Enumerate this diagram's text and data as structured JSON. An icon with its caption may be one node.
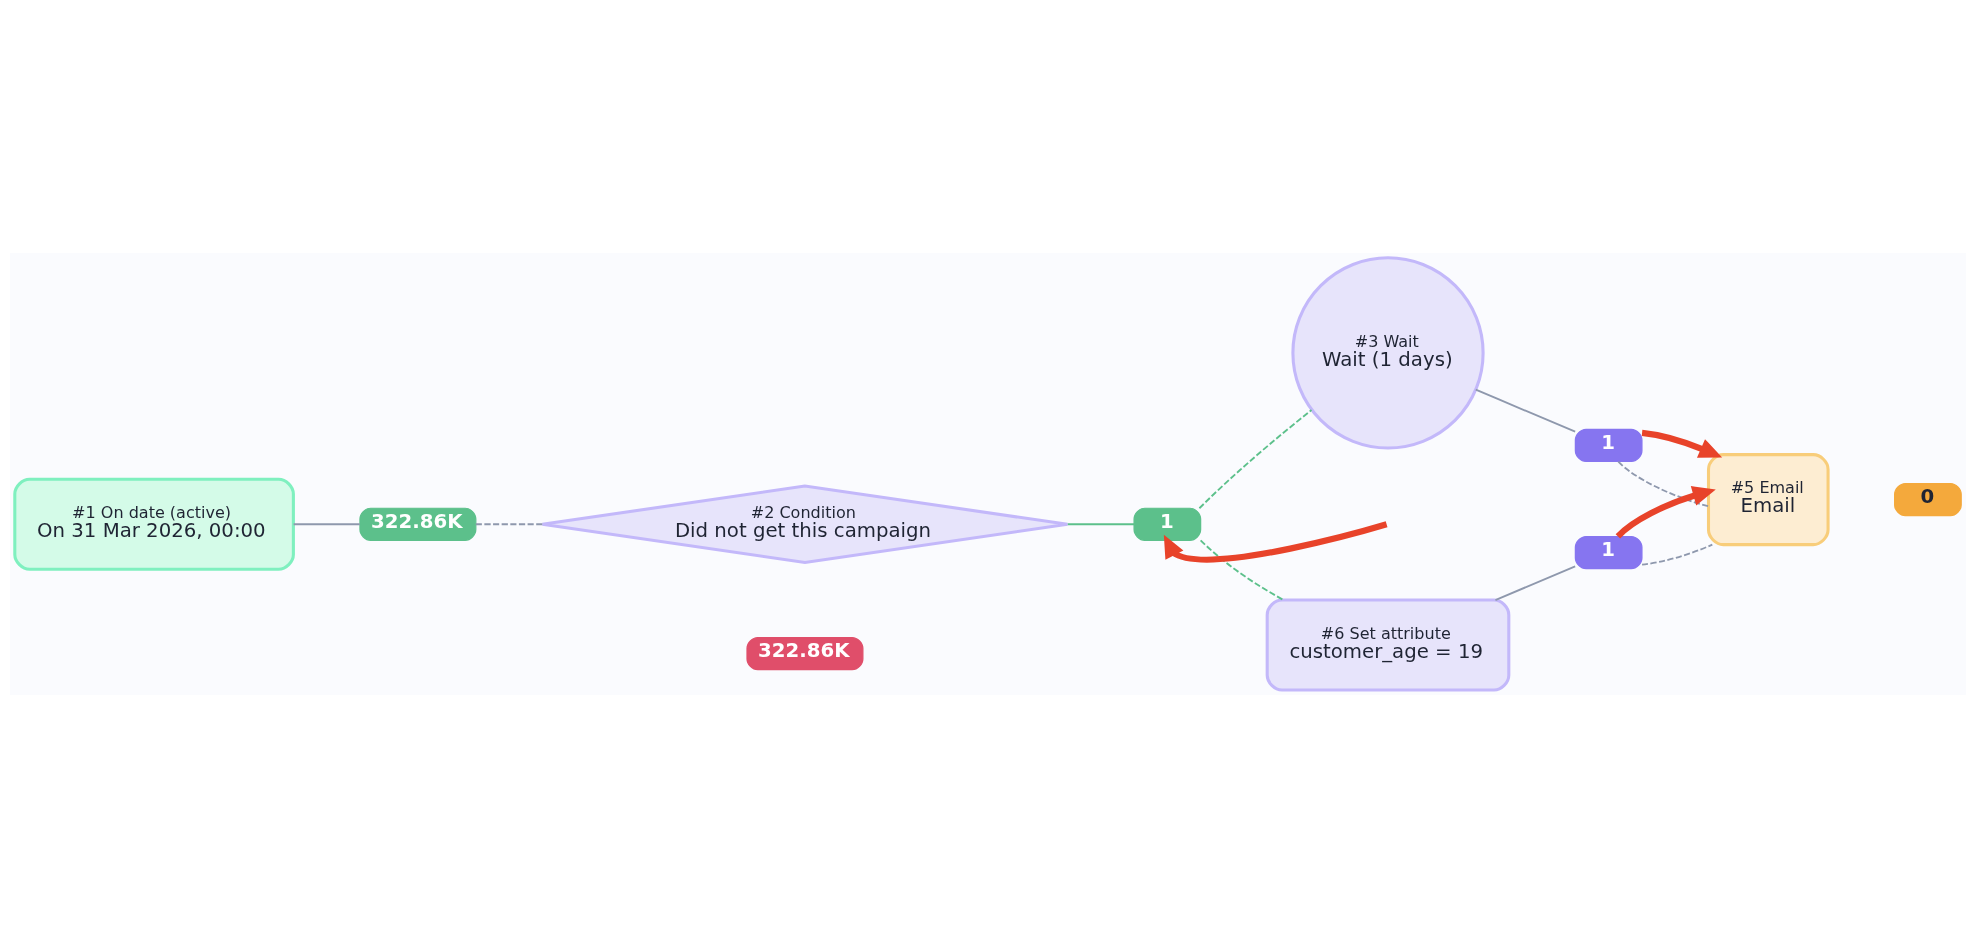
{
  "diagram": {
    "nodes": [
      {
        "text": [
          "#1 On date (active)",
          "On 31 Mar 2026, 00:00"
        ]
      },
      {
        "text": [
          "322.86K"
        ]
      },
      {
        "text": [
          "#2 Condition",
          "Did not get this campaign"
        ]
      },
      {
        "text": [
          "1"
        ]
      },
      {
        "text": [
          "322.86K"
        ]
      },
      {
        "text": [
          "#3 Wait",
          "Wait (1 days)"
        ]
      },
      {
        "text": [
          "1"
        ]
      },
      {
        "text": [
          "#5 Email",
          "Email"
        ]
      },
      {
        "text": [
          "0"
        ]
      },
      {
        "text": [
          "#6 Set attribute",
          "customer_age = 19"
        ]
      },
      {
        "text": [
          "1"
        ]
      }
    ],
    "edges": [
      {
        "from": 0,
        "to": 1,
        "arrow": "none"
      },
      {
        "from": 1,
        "to": 2,
        "arrow": "none",
        "style": "dashed"
      },
      {
        "from": 2,
        "to": 3,
        "arrow": "none",
        "color": "#5cc08b"
      },
      {
        "from": 3,
        "to": 5,
        "arrow": "none",
        "style": "dashed",
        "color": "#5cc08b"
      },
      {
        "from": 3,
        "to": 9,
        "arrow": "none",
        "style": "dashed",
        "color": "#5cc08b"
      },
      {
        "from": 5,
        "to": 6,
        "arrow": "none"
      },
      {
        "from": 6,
        "to": 7,
        "arrow": "none",
        "style": "dashed"
      },
      {
        "from": 9,
        "to": 10,
        "arrow": "none"
      },
      {
        "from": 10,
        "to": 7,
        "arrow": "none",
        "style": "dashed"
      },
      {
        "from": 6,
        "to": 7,
        "arrow": "to",
        "style": "thick",
        "color": "#e8432a"
      },
      {
        "from": 10,
        "to": 7,
        "arrow": "to",
        "style": "thick",
        "color": "#e8432a"
      },
      {
        "from": null,
        "to": 3,
        "arrow": "to",
        "style": "thick",
        "color": "#e8432a"
      }
    ]
  }
}
